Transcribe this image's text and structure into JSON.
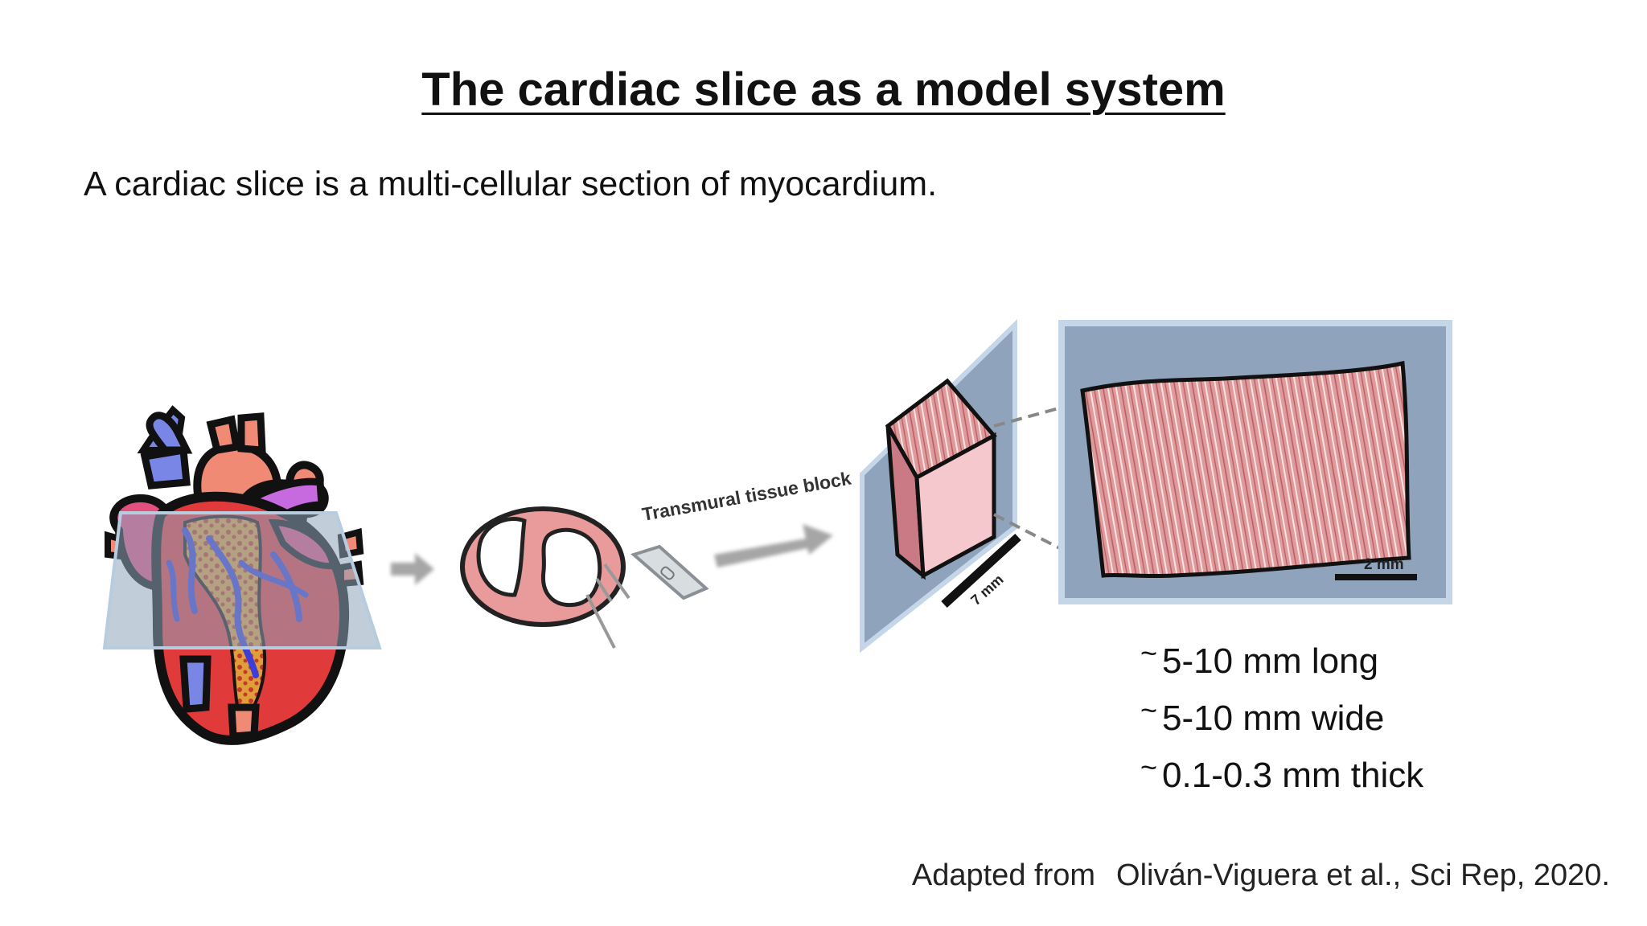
{
  "slide": {
    "title": "The cardiac slice as a model system",
    "subtitle": "A cardiac slice is a multi-cellular section of myocardium."
  },
  "diagram": {
    "block_label": "Transmural tissue block",
    "block_scale_label": "7 mm",
    "slice_scale_label": "2 mm"
  },
  "dimensions": [
    {
      "tilde": "~",
      "text": "5-10 mm long"
    },
    {
      "tilde": "~",
      "text": "5-10 mm wide"
    },
    {
      "tilde": "~",
      "text": "0.1-0.3 mm thick"
    }
  ],
  "credit": {
    "prefix": "Adapted from",
    "source": "Oliván-Viguera et al., Sci Rep, 2020."
  },
  "colors": {
    "plane_blue": "#8fa4bc",
    "tissue_pink": "#e79a9a",
    "heart_red": "#e03a3a",
    "vessel_blue": "#7a86e6"
  }
}
